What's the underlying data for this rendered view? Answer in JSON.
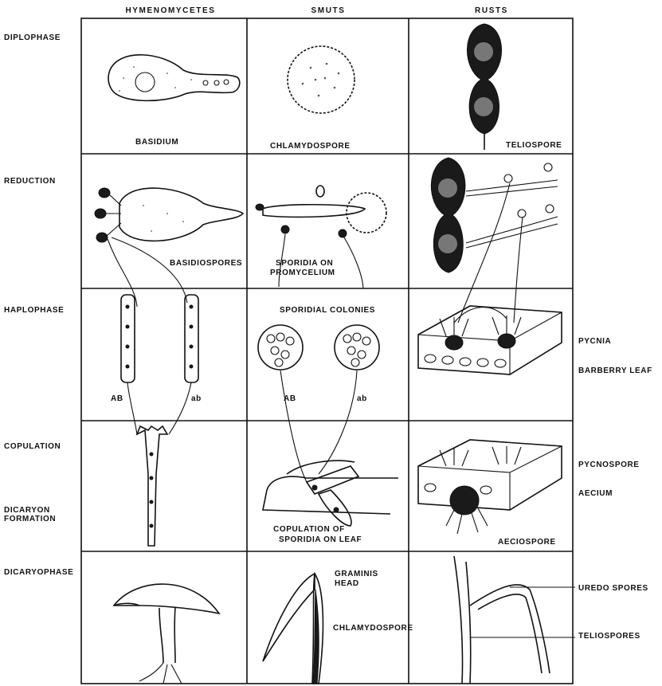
{
  "columns": [
    "HYMENOMYCETES",
    "SMUTS",
    "RUSTS"
  ],
  "rows": [
    "DIPLOPHASE",
    "REDUCTION",
    "HAPLOPHASE",
    "COPULATION",
    "DICARYOPHASE"
  ],
  "row_extra": [
    "DICARYON",
    "FORMATION"
  ],
  "cells": {
    "basidium": "BASIDIUM",
    "chlamydospore": "CHLAMYDOSPORE",
    "teliospore": "TELIOSPORE",
    "basidiospores": "BASIDIOSPORES",
    "sporidia_line1": "SPORIDIA   ON",
    "sporidia_line2": "PROMYCELIUM",
    "sporidial_colonies": "SPORIDIAL  COLONIES",
    "hymeno_ab_upper": "AB",
    "hymeno_ab_lower": "ab",
    "smut_ab_upper": "AB",
    "smut_ab_lower": "ab",
    "copulation_line1": "COPULATION  OF",
    "copulation_line2": "SPORIDIA ON LEAF",
    "aeciospore": "AECIOSPORE",
    "graminis_line1": "GRAMINIS",
    "graminis_line2": "HEAD",
    "chlamydospore_2": "CHLAMYDOSPORE"
  },
  "side_labels": [
    "PYCNIA",
    "BARBERRY LEAF",
    "PYCNOSPORE",
    "AECIUM",
    "UREDO SPORES",
    "TELIOSPORES"
  ]
}
